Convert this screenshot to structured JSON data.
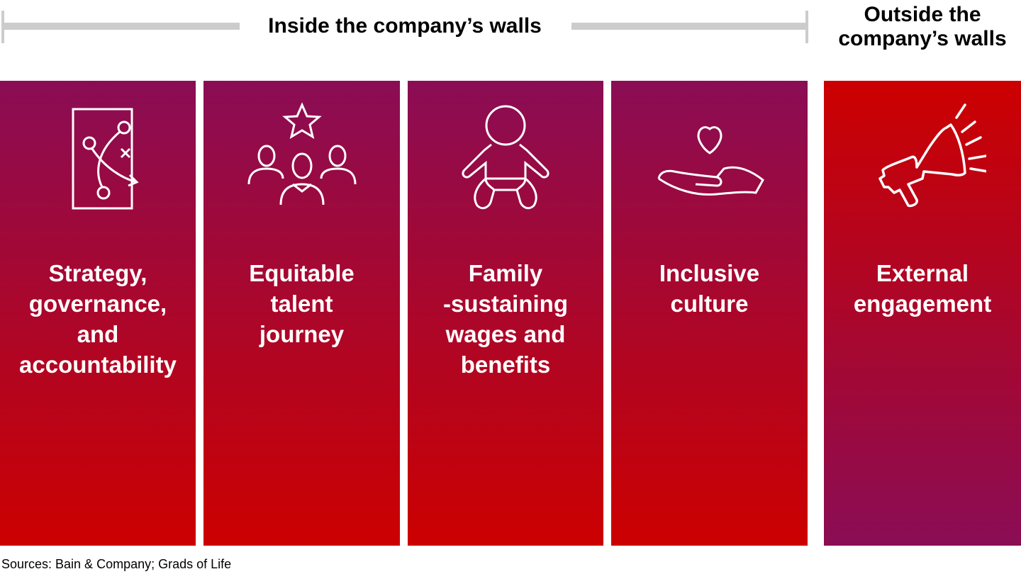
{
  "header": {
    "inside_label": "Inside the company’s walls",
    "outside_label_line1": "Outside the",
    "outside_label_line2": "company’s walls"
  },
  "columns": [
    {
      "icon": "strategy-playbook-icon",
      "lines": [
        "Strategy,",
        "governance,",
        "and",
        "accountability"
      ]
    },
    {
      "icon": "team-star-icon",
      "lines": [
        "Equitable",
        "talent",
        "journey"
      ]
    },
    {
      "icon": "baby-icon",
      "lines": [
        "Family",
        "-sustaining",
        "wages and",
        "benefits"
      ]
    },
    {
      "icon": "hand-heart-icon",
      "lines": [
        "Inclusive",
        "culture"
      ]
    },
    {
      "icon": "megaphone-icon",
      "lines": [
        "External",
        "engagement"
      ]
    }
  ],
  "colors": {
    "purple": "#8a0d55",
    "red": "#cc0000",
    "bracket": "#cccccc"
  },
  "source": "Sources: Bain & Company; Grads of Life"
}
